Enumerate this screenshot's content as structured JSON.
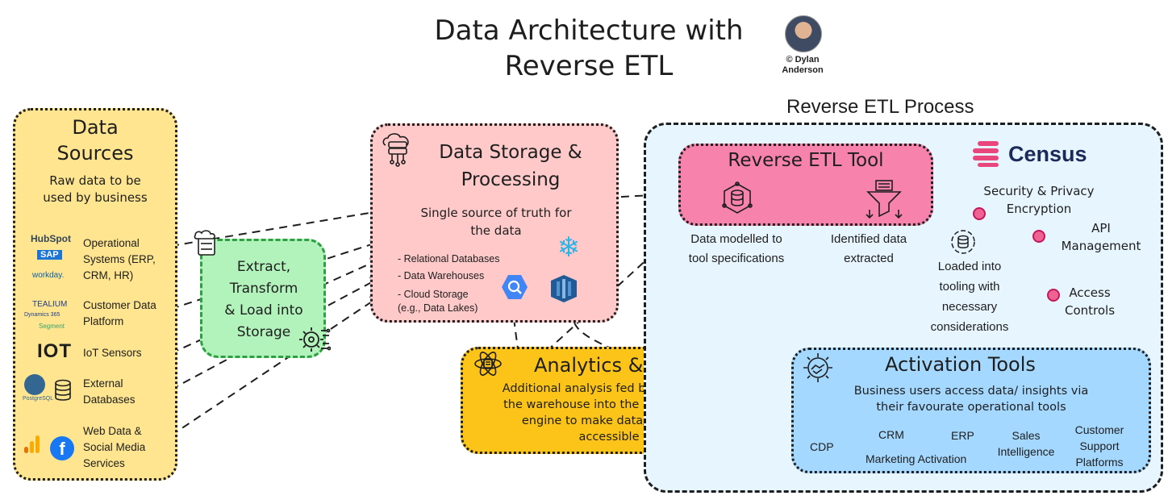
{
  "title": {
    "line1": "Data Architecture with",
    "line2": "Reverse ETL"
  },
  "author": {
    "line1": "© Dylan",
    "line2": "Anderson"
  },
  "sources": {
    "title_line1": "Data",
    "title_line2": "Sources",
    "subtitle_line1": "Raw data to be",
    "subtitle_line2": "used by business",
    "items": [
      {
        "logos": [
          "HubSpot",
          "SAP",
          "workday."
        ],
        "label_lines": [
          "Operational",
          "Systems (ERP,",
          "CRM, HR)"
        ]
      },
      {
        "logos": [
          "TEALIUM",
          "Dynamics 365",
          "Segment"
        ],
        "label_lines": [
          "Customer Data",
          "Platform"
        ]
      },
      {
        "logos": [
          "IOT"
        ],
        "label_lines": [
          "IoT Sensors"
        ]
      },
      {
        "logos": [
          "PostgreSQL"
        ],
        "label_lines": [
          "External",
          "Databases"
        ]
      },
      {
        "logos": [],
        "label_lines": [
          "Web Data &",
          "Social Media",
          "Services"
        ]
      }
    ]
  },
  "etl": {
    "lines": [
      "Extract,",
      "Transform",
      "& Load into",
      "Storage"
    ]
  },
  "storage": {
    "title_line1": "Data Storage &",
    "title_line2": "Processing",
    "subtitle_line1": "Single source of truth for",
    "subtitle_line2": "the data",
    "items": [
      "- Relational Databases",
      "- Data Warehouses",
      "- Cloud Storage",
      "(e.g., Data Lakes)"
    ]
  },
  "analytics": {
    "title": "Analytics & BI",
    "desc_lines": [
      "Additional analysis fed back through",
      "the warehouse into the Reverse ETL",
      "engine to make data/ insights",
      "accessible"
    ]
  },
  "process": {
    "title": "Reverse ETL Process",
    "tool_title": "Reverse ETL Tool",
    "census": "Census",
    "modelled": [
      "Data modelled to",
      "tool specifications"
    ],
    "extracted": [
      "Identified data",
      "extracted"
    ],
    "loaded": [
      "Loaded into",
      "tooling with",
      "necessary",
      "considerations"
    ],
    "security": [
      "Security & Privacy",
      "Encryption"
    ],
    "api": [
      "API",
      "Management"
    ],
    "access": [
      "Access",
      "Controls"
    ]
  },
  "activation": {
    "title": "Activation Tools",
    "desc_lines": [
      "Business users access data/ insights via",
      "their favourate operational tools"
    ],
    "tools": {
      "cdp": "CDP",
      "crm": "CRM",
      "marketing": "Marketing Activation",
      "erp": "ERP",
      "sales": [
        "Sales",
        "Intelligence"
      ],
      "support": [
        "Customer",
        "Support",
        "Platforms"
      ]
    }
  },
  "colors": {
    "sources_fill": "#ffe58f",
    "etl_fill": "#b2f2bb",
    "storage_fill": "#ffc9c9",
    "tool_fill": "#f783ac",
    "analytics_fill": "#fcc419",
    "process_fill": "#e7f5ff",
    "activation_fill": "#a5d8ff",
    "census_brand": "#e8467c"
  }
}
